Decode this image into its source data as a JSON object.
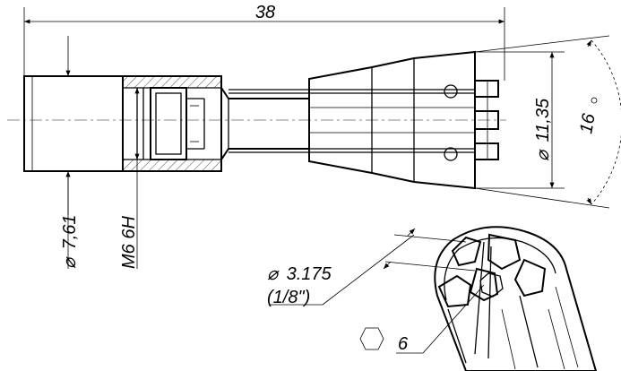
{
  "drawing": {
    "length_dim": "38",
    "body_diameter_dim": "7,61",
    "thread_dim": "M6 6H",
    "outer_diameter_dim": "11,35",
    "taper_angle_dim": "16",
    "bore_diameter_dim": "3.175",
    "bore_inch_dim": "(1/8\")",
    "hex_size_dim": "6",
    "diameter_symbol": "⌀",
    "degree_symbol": "°"
  }
}
